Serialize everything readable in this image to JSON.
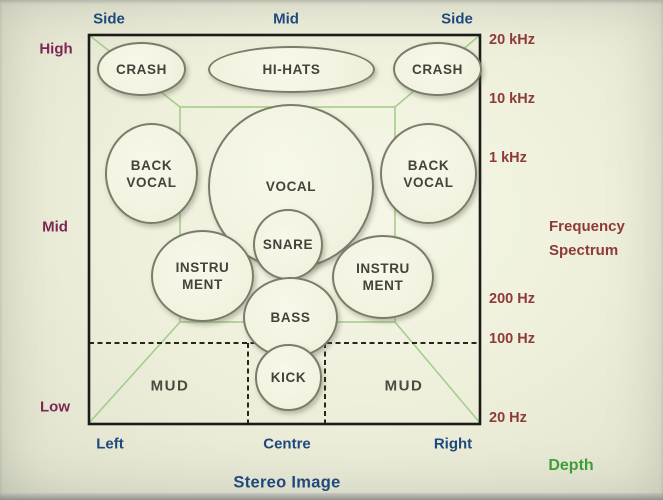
{
  "diagram": {
    "stereo_axis": {
      "top_labels": [
        "Side",
        "Mid",
        "Side"
      ],
      "bottom_labels": [
        "Left",
        "Centre",
        "Right"
      ],
      "title": "Stereo Image"
    },
    "frequency_axis": {
      "level_labels": [
        "High",
        "Mid",
        "Low"
      ],
      "tick_labels": [
        "20 kHz",
        "10 kHz",
        "1 kHz",
        "200 Hz",
        "100 Hz",
        "20 Hz"
      ],
      "title": "Frequency\nSpectrum"
    },
    "depth_label": "Depth",
    "bubbles": [
      {
        "id": "crash-left",
        "label": "CRASH"
      },
      {
        "id": "hi-hats",
        "label": "HI-HATS"
      },
      {
        "id": "crash-right",
        "label": "CRASH"
      },
      {
        "id": "back-vocal-left",
        "label": "BACK\nVOCAL"
      },
      {
        "id": "vocal",
        "label": "VOCAL"
      },
      {
        "id": "back-vocal-right",
        "label": "BACK\nVOCAL"
      },
      {
        "id": "snare",
        "label": "SNARE"
      },
      {
        "id": "instrument-left",
        "label": "INSTRU\nMENT"
      },
      {
        "id": "instrument-right",
        "label": "INSTRU\nMENT"
      },
      {
        "id": "bass",
        "label": "BASS"
      },
      {
        "id": "kick",
        "label": "KICK"
      }
    ],
    "zones": {
      "mud_left": "MUD",
      "mud_right": "MUD"
    },
    "colors": {
      "stereo_label_color": "#1F497D",
      "frequency_level_color": "#7C2855",
      "frequency_tick_color": "#8E3B37",
      "depth_color": "#3E9E35",
      "perspective_line_color": "#A6CC8E",
      "box_border_color": "#1B1B18",
      "background": "#EEF0DC"
    }
  }
}
